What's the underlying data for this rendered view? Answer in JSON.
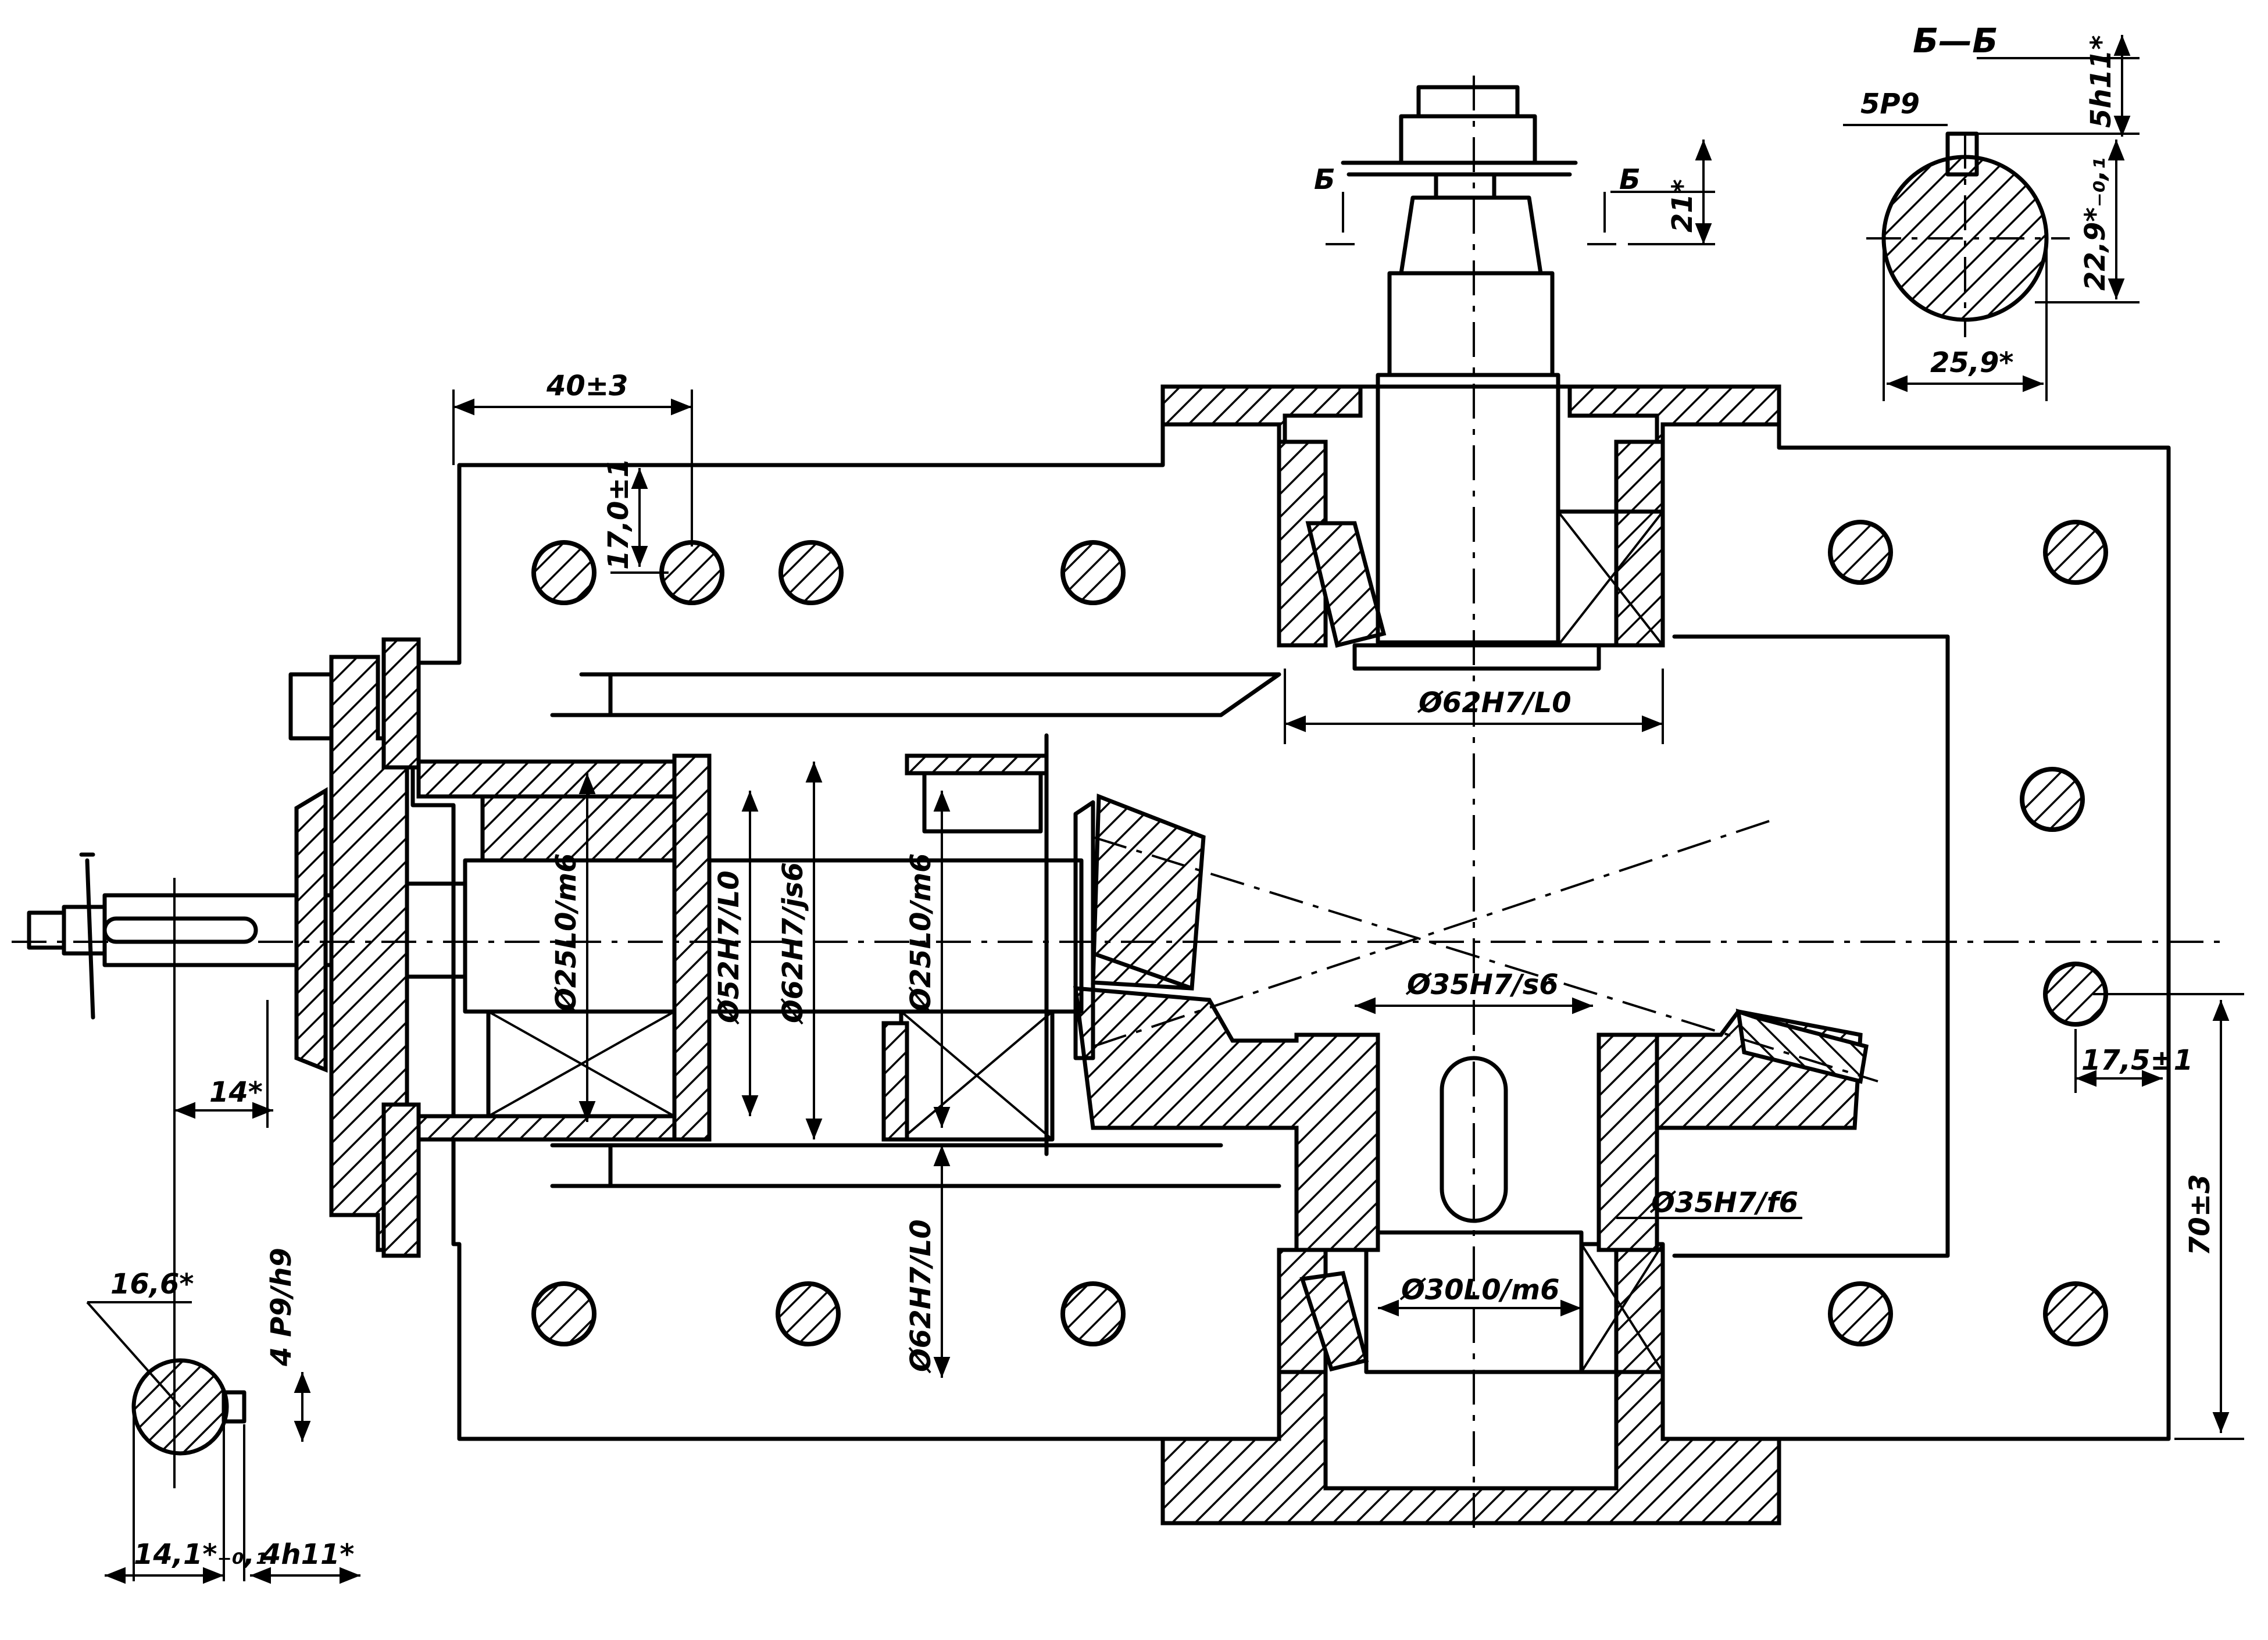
{
  "section_title": "Б—Б",
  "cut_marks": [
    "Б",
    "Б"
  ],
  "dimensions": {
    "d_40": "40±3",
    "d_17": "17,0±1",
    "d_62_top": "Ø62H7/L0",
    "d_25a": "Ø25L0/m6",
    "d_52": "Ø52H7/L0",
    "d_62_mid": "Ø62H7/js6",
    "d_25b": "Ø25L0/m6",
    "d_35_s6": "Ø35H7/s6",
    "d_35_f6": "Ø35H7/f6",
    "d_30": "Ø30L0/m6",
    "d_62_low": "Ø62H7/L0",
    "d_14": "14*",
    "d_17_5": "17,5±1",
    "d_70": "70±3",
    "d_21": "21*",
    "d_5p9": "5P9",
    "d_5h11": "5h11*",
    "d_22_9": "22,9*₋₀,₁",
    "d_25_9": "25,9*",
    "d_16_6": "16,6*",
    "d_4p9": "4 P9/h9",
    "d_14_1": "14,1*₋₀,₁",
    "d_4h11": "4h11*"
  }
}
